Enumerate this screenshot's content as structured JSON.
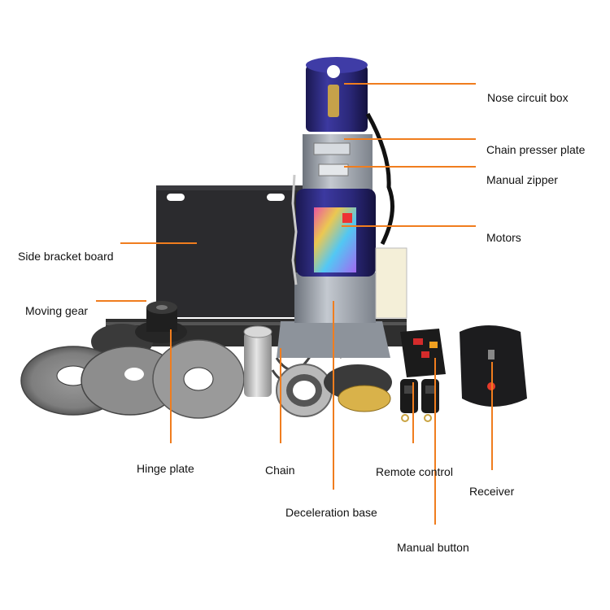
{
  "labels": {
    "nose_circuit_box": "Nose circuit box",
    "chain_presser_plate": "Chain presser plate",
    "manual_zipper": "Manual zipper",
    "motors": "Motors",
    "side_bracket_board": "Side bracket board",
    "moving_gear": "Moving gear",
    "hinge_plate": "Hinge plate",
    "chain": "Chain",
    "remote_control": "Remote control",
    "receiver": "Receiver",
    "deceleration_base": "Deceleration base",
    "manual_button": "Manual button"
  },
  "colors": {
    "leader_line": "#f07d1e",
    "motor_body": "#2e2a78",
    "bracket": "#2b2b2e",
    "housing": "#9ea4ad",
    "metal_disc": "#8a8a8a",
    "receiver_body": "#1c1c1e",
    "button_red": "#d42b2b",
    "button_orange": "#f0a020"
  },
  "icons": {
    "product": "rolling-door-motor-kit-photo"
  }
}
